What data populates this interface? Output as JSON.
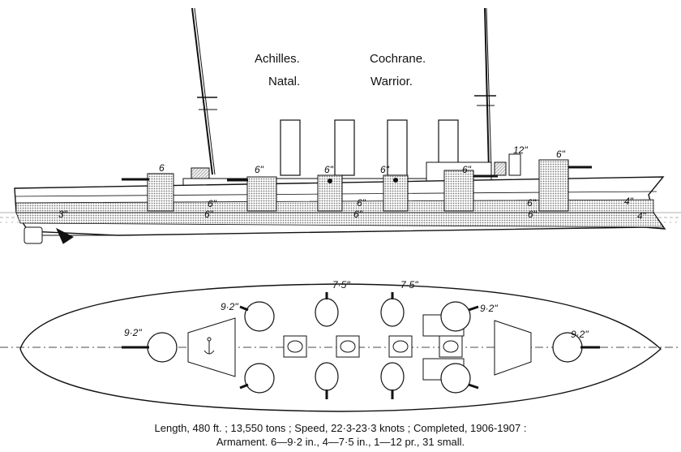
{
  "ship_names": {
    "left_top": "Achilles.",
    "left_bottom": "Natal.",
    "right_top": "Cochrane.",
    "right_bottom": "Warrior."
  },
  "profile_labels": {
    "gun_fore": "6",
    "gun_2": "6\"",
    "gun_3": "6\"",
    "gun_4": "6\"",
    "gun_5": "6\"",
    "gun_aft": "6\"",
    "gun_12": "12\"",
    "belt_1": "6\"",
    "belt_2": "6\"",
    "belt_3": "6\"",
    "belt_4": "6\"",
    "belt_5": "6\"",
    "belt_6": "6\"",
    "stern": "3\"",
    "bow_1": "4\"",
    "bow_2": "4\""
  },
  "plan_labels": {
    "port_fore_92": "9·2\"",
    "bow_92": "9·2\"",
    "stern_92": "9·2\"",
    "starboard_aft_92": "9·2\"",
    "turret_75_left": "7·5\"",
    "turret_75_right": "7·5\""
  },
  "caption": {
    "line1": "Length, 480 ft. ; 13,550 tons ; Speed, 22·3-23·3 knots ; Completed, 1906-1907 :",
    "line2": "Armament. 6—9·2 in., 4—7·5 in., 1—12 pr., 31 small."
  }
}
